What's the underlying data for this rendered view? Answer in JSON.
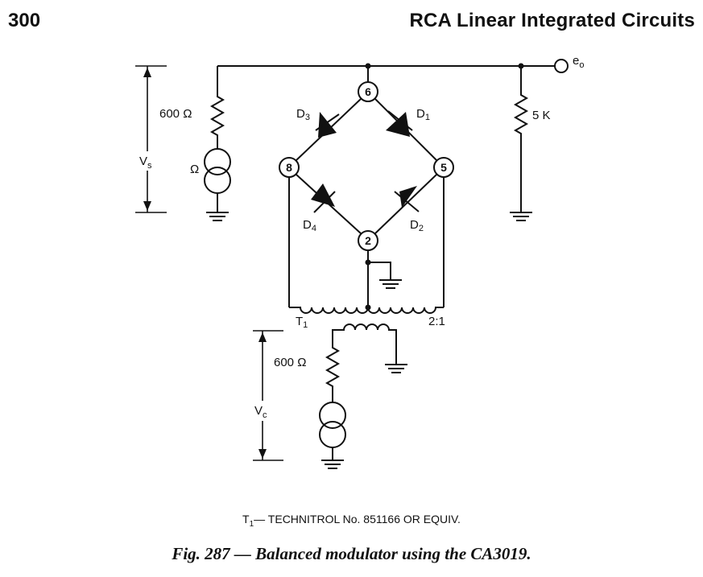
{
  "header": {
    "page_number": "300",
    "running_title": "RCA Linear Integrated Circuits"
  },
  "diagram": {
    "output_label": "e",
    "output_subscript": "o",
    "load_resistor_label": "5 K",
    "source_resistor_label": "600 Ω",
    "source_generator_label": "Ω",
    "source_voltage_label": "V",
    "source_voltage_subscript": "s",
    "carrier_resistor_label": "600 Ω",
    "carrier_voltage_label": "V",
    "carrier_voltage_subscript": "c",
    "transformer_label": "T",
    "transformer_subscript": "1",
    "transformer_ratio": "2:1",
    "nodes": {
      "top": "6",
      "left": "8",
      "right": "5",
      "bottom": "2"
    },
    "diodes": {
      "d1": {
        "letter": "D",
        "sub": "1"
      },
      "d2": {
        "letter": "D",
        "sub": "2"
      },
      "d3": {
        "letter": "D",
        "sub": "3"
      },
      "d4": {
        "letter": "D",
        "sub": "4"
      }
    }
  },
  "footnote": {
    "transformer_prefix": "T",
    "transformer_subscript": "1",
    "text": "— TECHNITROL No. 851166 OR EQUIV."
  },
  "caption": "Fig. 287 — Balanced modulator using the CA3019."
}
